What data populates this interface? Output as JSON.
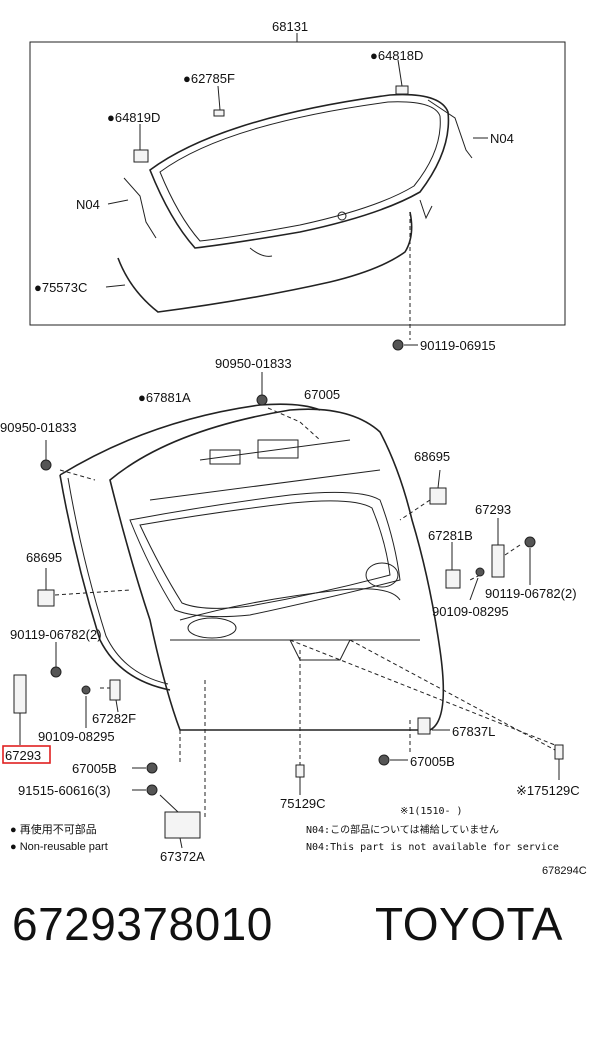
{
  "labels": {
    "p68131": "68131",
    "p64818D": "●64818D",
    "p62785F": "●62785F",
    "p64819D": "●64819D",
    "n04_right": "N04",
    "n04_left": "N04",
    "p75573C": "●75573C",
    "p90119_06915": "90119-06915",
    "p90950_top": "90950-01833",
    "p67881A": "●67881A",
    "p67005": "67005",
    "p90950_left": "90950-01833",
    "p68695_right": "68695",
    "p67293_right": "67293",
    "p67281B": "67281B",
    "p68695_left": "68695",
    "p90119_06782_right": "90119-06782(2)",
    "p90109_08295_right": "90109-08295",
    "p90119_06782_left": "90119-06782(2)",
    "p67282F": "67282F",
    "p90109_08295_left": "90109-08295",
    "p67293_left": "67293",
    "p67837L": "67837L",
    "p67005B_left": "67005B",
    "p67005B_right": "67005B",
    "p91515": "91515-60616(3)",
    "p75129C_mid": "75129C",
    "p175129C": "※175129C",
    "p67372A": "67372A"
  },
  "notes": {
    "footnote_1": "※1(1510-     )",
    "n04_jp": "N04:この部品については補給していません",
    "n04_en": "N04:This part is not available for service",
    "legend_jp": "● 再使用不可部品",
    "legend_en": "● Non-reusable part",
    "diagram_code": "678294C"
  },
  "highlight": {
    "part": "67293",
    "color": "#e02020"
  },
  "footer": {
    "part_number": "6729378010",
    "brand": "TOYOTA"
  }
}
